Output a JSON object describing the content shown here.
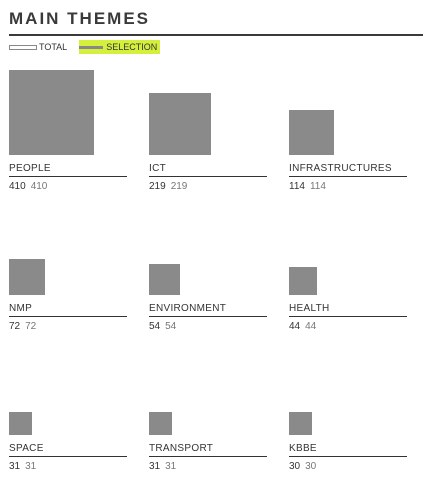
{
  "header": {
    "title": "MAIN THEMES"
  },
  "legend": {
    "total_label": "TOTAL",
    "selection_label": "SELECTION"
  },
  "colors": {
    "box": "#8a8a8a",
    "highlight": "#d4ef3c",
    "text": "#333333"
  },
  "chart_data": {
    "type": "bar",
    "categories": [
      "PEOPLE",
      "ICT",
      "INFRASTRUCTURES",
      "NMP",
      "ENVIRONMENT",
      "HEALTH",
      "SPACE",
      "TRANSPORT",
      "KBBE"
    ],
    "series": [
      {
        "name": "TOTAL",
        "values": [
          410,
          219,
          114,
          72,
          54,
          44,
          31,
          31,
          30
        ]
      },
      {
        "name": "SELECTION",
        "values": [
          410,
          219,
          114,
          72,
          54,
          44,
          31,
          31,
          30
        ]
      }
    ],
    "title": "MAIN THEMES"
  }
}
